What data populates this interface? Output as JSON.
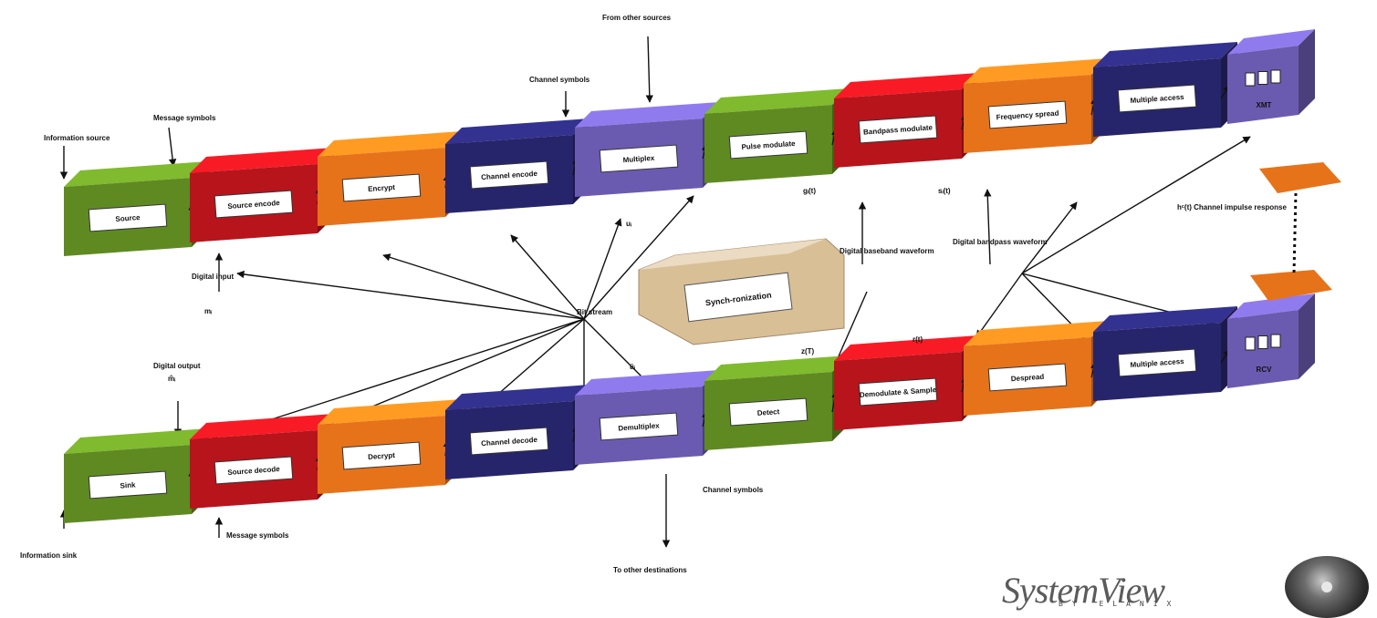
{
  "colors": {
    "green": "#5f8a22",
    "red": "#b8141c",
    "orange": "#e6731a",
    "navy": "#26256b",
    "purple": "#6b5bb0",
    "tan": "#d8bf96",
    "center_hub": "#d8bf96"
  },
  "top_chain": [
    {
      "id": "t1",
      "color": "green",
      "label": "Source"
    },
    {
      "id": "t2",
      "color": "red",
      "label": "Source encode"
    },
    {
      "id": "t3",
      "color": "orange",
      "label": "Encrypt"
    },
    {
      "id": "t4",
      "color": "navy",
      "label": "Channel encode"
    },
    {
      "id": "t5",
      "color": "purple",
      "label": "Multiplex"
    },
    {
      "id": "t6",
      "color": "green",
      "label": "Pulse modulate"
    },
    {
      "id": "t7",
      "color": "red",
      "label": "Bandpass modulate"
    },
    {
      "id": "t8",
      "color": "orange",
      "label": "Frequency spread"
    },
    {
      "id": "t9",
      "color": "navy",
      "label": "Multiple access"
    },
    {
      "id": "t10",
      "color": "purple",
      "label": "XMT"
    }
  ],
  "bottom_chain": [
    {
      "id": "b1",
      "color": "green",
      "label": "Sink"
    },
    {
      "id": "b2",
      "color": "red",
      "label": "Source decode"
    },
    {
      "id": "b3",
      "color": "orange",
      "label": "Decrypt"
    },
    {
      "id": "b4",
      "color": "navy",
      "label": "Channel decode"
    },
    {
      "id": "b5",
      "color": "purple",
      "label": "Demultiplex"
    },
    {
      "id": "b6",
      "color": "green",
      "label": "Detect"
    },
    {
      "id": "b7",
      "color": "red",
      "label": "Demodulate & Sample"
    },
    {
      "id": "b8",
      "color": "orange",
      "label": "Despread"
    },
    {
      "id": "b9",
      "color": "navy",
      "label": "Multiple access"
    },
    {
      "id": "b10",
      "color": "purple",
      "label": "RCV"
    }
  ],
  "center_box": {
    "label": "Synch-ronization"
  },
  "annotations": {
    "info_source": "Information source",
    "message_symbols_top": "Message symbols",
    "channel_symbols_top": "Channel symbols",
    "from_other_sources": "From other sources",
    "digital_input": "Digital input",
    "mi": "mᵢ",
    "bit_stream": "Bit stream",
    "digital_baseband_waveform": "Digital baseband waveform",
    "digital_bandpass_waveform": "Digital bandpass waveform",
    "channel_impulse_response": "hᶜ(t) Channel impulse response",
    "digital_output": "Digital output",
    "message_symbols_bottom": "Message symbols",
    "information_sink": "Information sink",
    "channel_symbols_bottom": "Channel symbols",
    "to_other_destinations": "To other destinations",
    "ui": "uᵢ",
    "gi_t": "gᵢ(t)",
    "si_t": "sᵢ(t)",
    "rt": "r(t)",
    "zt": "z(T)",
    "ui_hat": "ûᵢ",
    "mi_hat": "m̂ᵢ"
  },
  "logo": {
    "brand": "SystemView",
    "sub": "BY ELANIX"
  }
}
